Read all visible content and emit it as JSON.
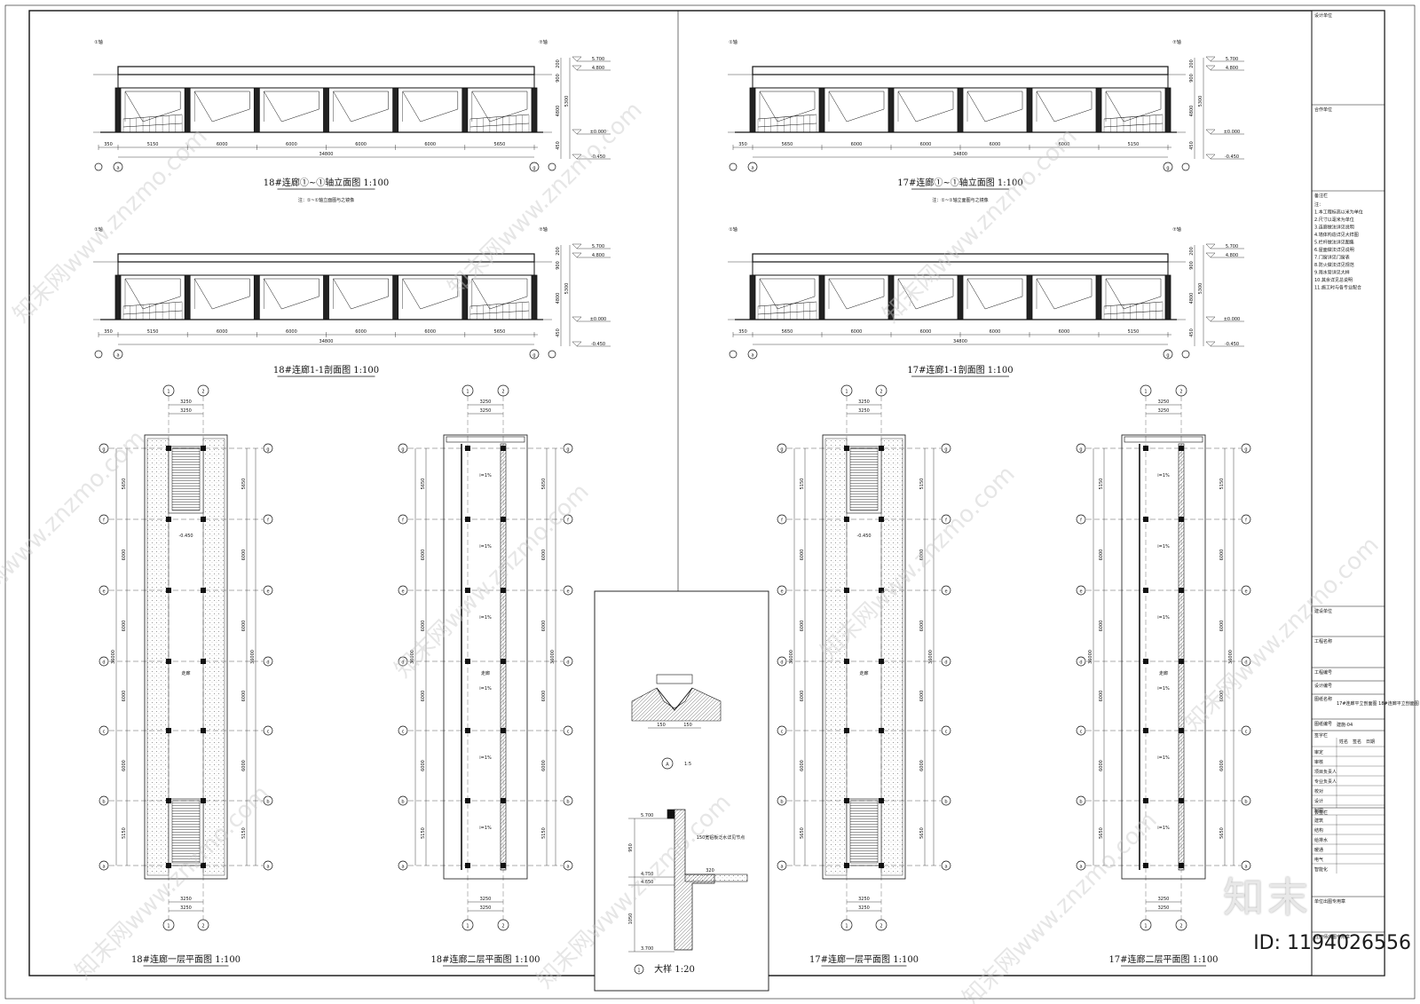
{
  "watermark": "知末网www.znzmo.com",
  "logo_text": "知末",
  "id_text": "ID: 1194026556",
  "elevations": [
    {
      "title": "18#连廊①~①轴立面图 1:100",
      "note": "注：①~①轴立面图与之镜像",
      "spans": [
        "350",
        "5150",
        "6000",
        "6000",
        "6000",
        "6000",
        "5650"
      ],
      "total": "34800",
      "levels": [
        "5.700",
        "4.800",
        "±0.000",
        "-0.450"
      ],
      "dims": [
        "200",
        "900",
        "4800",
        "5300",
        "450"
      ],
      "axis_left": "a",
      "axis_right": "g"
    },
    {
      "title": "18#连廊1-1剖面图 1:100",
      "note": "",
      "spans": [
        "350",
        "5150",
        "6000",
        "6000",
        "6000",
        "6000",
        "5650"
      ],
      "total": "34800",
      "levels": [
        "5.700",
        "4.800",
        "±0.000",
        "-0.450"
      ],
      "dims": [
        "200",
        "900",
        "4800",
        "5300",
        "450"
      ],
      "axis_left": "a",
      "axis_right": "g"
    },
    {
      "title": "17#连廊①~①轴立面图 1:100",
      "note": "注：①~①轴立面图与之镜像",
      "spans": [
        "350",
        "5650",
        "6000",
        "6000",
        "6000",
        "6000",
        "5150"
      ],
      "total": "34800",
      "levels": [
        "5.700",
        "4.800",
        "±0.000",
        "-0.450"
      ],
      "dims": [
        "200",
        "900",
        "4800",
        "5300",
        "450"
      ],
      "axis_left": "a",
      "axis_right": "g"
    },
    {
      "title": "17#连廊1-1剖面图 1:100",
      "note": "",
      "spans": [
        "350",
        "5650",
        "6000",
        "6000",
        "6000",
        "6000",
        "5150"
      ],
      "total": "34800",
      "levels": [
        "5.700",
        "4.800",
        "±0.000",
        "-0.450"
      ],
      "dims": [
        "200",
        "900",
        "4800",
        "5300",
        "450"
      ],
      "axis_left": "a",
      "axis_right": "g"
    }
  ],
  "plans": [
    {
      "title": "18#连廊一层平面图 1:100",
      "type": "ground",
      "width_dim": "3250",
      "axes": [
        "g",
        "f",
        "e",
        "d",
        "c",
        "b",
        "a"
      ],
      "spacings": [
        "5650",
        "6000",
        "6000",
        "6000",
        "6000",
        "5150"
      ],
      "total": "36000",
      "level": "-0.450",
      "room": "走廊"
    },
    {
      "title": "18#连廊二层平面图 1:100",
      "type": "upper",
      "width_dim": "3250",
      "axes": [
        "g",
        "f",
        "e",
        "d",
        "c",
        "b",
        "a"
      ],
      "spacings": [
        "5650",
        "6000",
        "6000",
        "6000",
        "6000",
        "5150"
      ],
      "total": "36000",
      "slope": "i=1%",
      "room": "走廊"
    },
    {
      "title": "17#连廊一层平面图 1:100",
      "type": "ground",
      "width_dim": "3250",
      "axes": [
        "g",
        "f",
        "e",
        "d",
        "c",
        "b",
        "a"
      ],
      "spacings": [
        "5150",
        "6000",
        "6000",
        "6000",
        "6000",
        "5650"
      ],
      "total": "36000",
      "level": "-0.450",
      "room": "走廊"
    },
    {
      "title": "17#连廊二层平面图 1:100",
      "type": "upper",
      "width_dim": "3250",
      "axes": [
        "g",
        "f",
        "e",
        "d",
        "c",
        "b",
        "a"
      ],
      "spacings": [
        "5150",
        "6000",
        "6000",
        "6000",
        "6000",
        "5650"
      ],
      "total": "36000",
      "slope": "i=1%",
      "room": "走廊"
    }
  ],
  "detail": {
    "title_a": "A 1:5",
    "title_1": "①大样 1:20",
    "levels": [
      "5.700",
      "4.750",
      "4.650",
      "3.700"
    ],
    "dims": [
      "150",
      "150",
      "950",
      "1050",
      "320"
    ],
    "note": "150宽铝板泛水详见节点"
  },
  "title_block": {
    "rows": [
      "设计单位",
      "合作单位",
      "备注栏",
      "建设单位",
      "工程名称",
      "工程编号",
      "设计编号",
      "图纸名称",
      "图纸编号",
      "签字栏",
      "会签栏",
      "单位出图专用章",
      "注册师出图专用章"
    ],
    "drawing_name": "17#连廊平立剖面图 18#连廊平立剖面图",
    "drawing_no": "建施-04",
    "notes": [
      "注：",
      "1.本工程标高以米为单位",
      "2.尺寸以毫米为单位",
      "3.连廊做法详见说明",
      "4.墙体构造详见大样图",
      "5.栏杆做法详见图集",
      "6.屋面做法详见说明",
      "7.门窗详见门窗表",
      "8.防火做法详见规范",
      "9.雨水管详见大样",
      "10.其余详见总说明",
      "11.施工时与各专业配合"
    ],
    "sign_roles": [
      "审定",
      "审核",
      "项目负责人",
      "专业负责人",
      "校对",
      "设计",
      "制图"
    ],
    "sign_heads": [
      "姓名",
      "签名",
      "日期"
    ],
    "disciplines": [
      "建筑",
      "结构",
      "给排水",
      "暖通",
      "电气",
      "智能化"
    ]
  }
}
